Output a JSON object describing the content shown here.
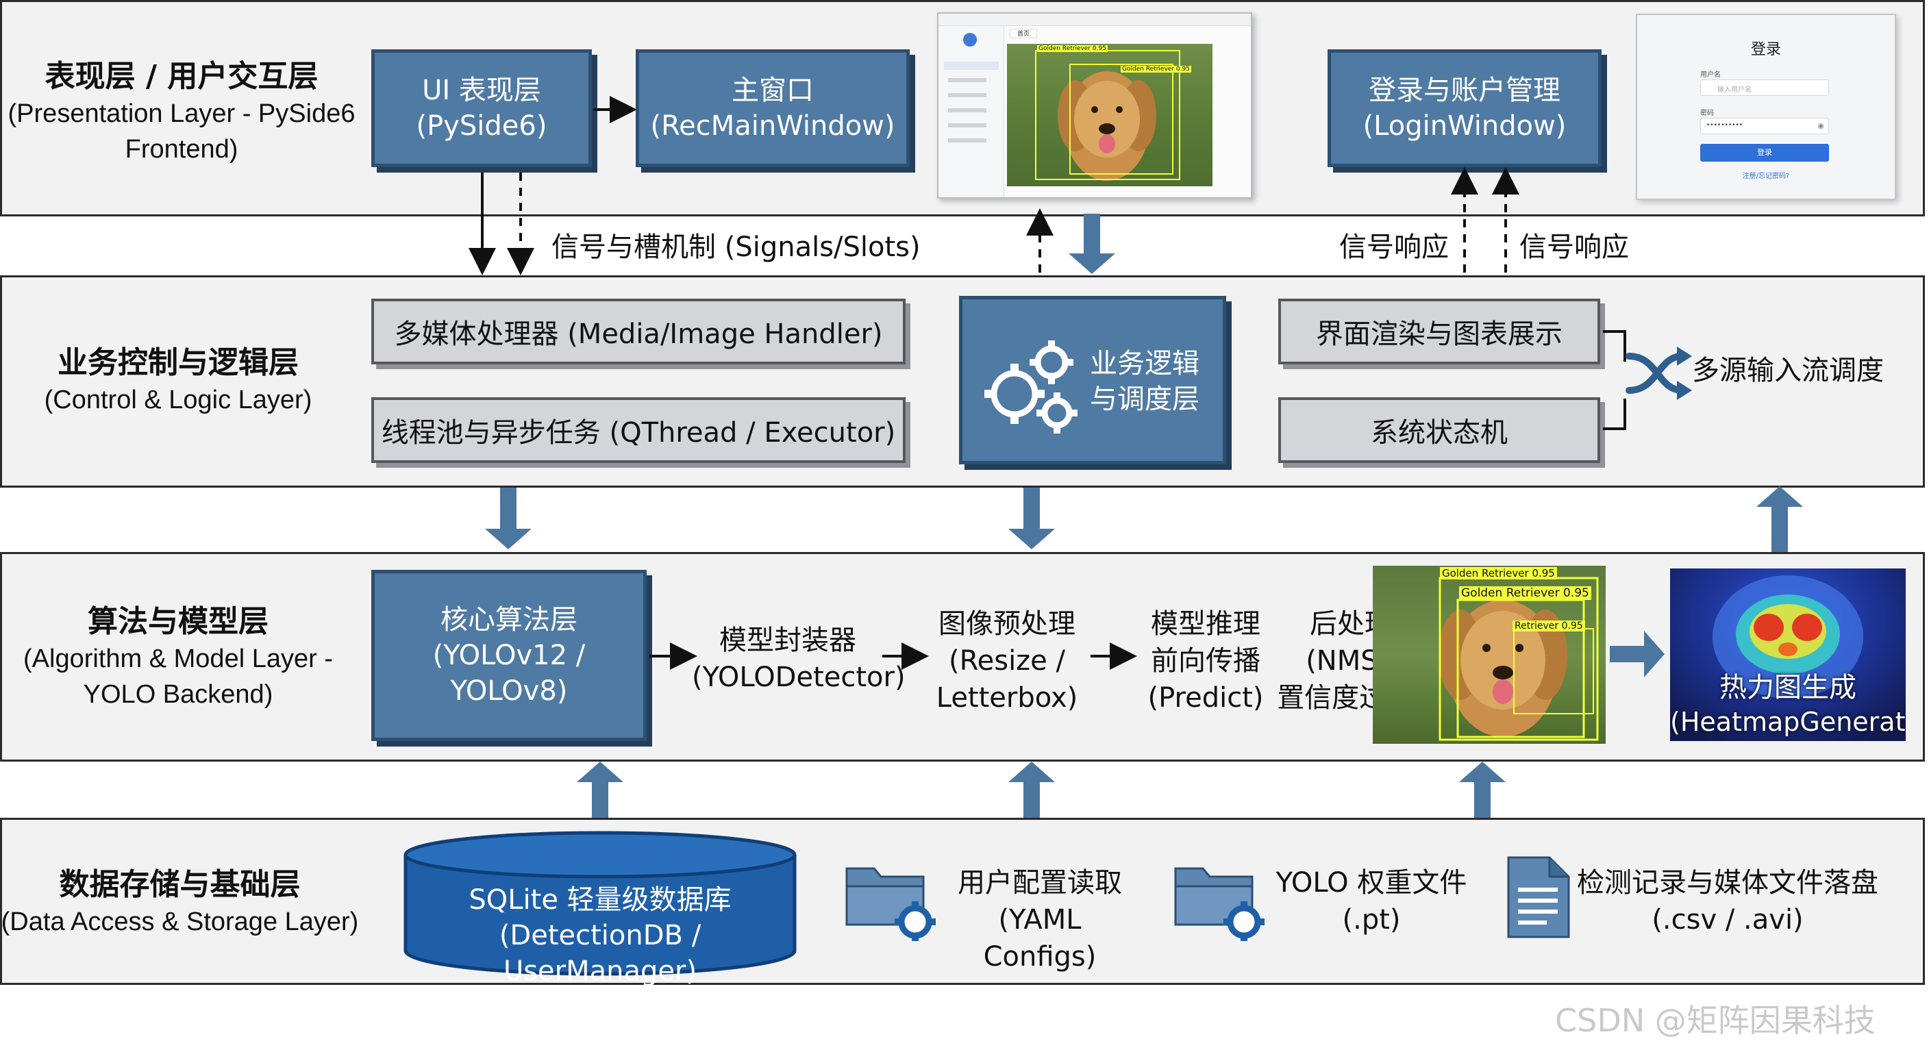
{
  "layers": {
    "presentation": {
      "zh": "表现层 / 用户交互层",
      "en_line1": "(Presentation Layer - PySide6",
      "en_line2": "Frontend)"
    },
    "control": {
      "zh": "业务控制与逻辑层",
      "en": "(Control & Logic Layer)"
    },
    "algorithm": {
      "zh": "算法与模型层",
      "en_line1": "(Algorithm & Model Layer -",
      "en_line2": "YOLO Backend)"
    },
    "data": {
      "zh": "数据存储与基础层",
      "en": "(Data Access & Storage Layer)"
    }
  },
  "presentation": {
    "ui_layer": {
      "line1": "UI 表现层",
      "line2": "(PySide6)"
    },
    "main_window": {
      "line1": "主窗口",
      "line2": "(RecMainWindow)"
    },
    "login": {
      "line1": "登录与账户管理",
      "line2": "(LoginWindow)"
    },
    "signals_label": "信号与槽机制 (Signals/Slots)",
    "response_label_1": "信号响应",
    "response_label_2": "信号响应",
    "app_screenshot": {
      "tab": "首页",
      "sidebar_items": [
        "",
        "",
        "",
        "",
        "",
        ""
      ],
      "detections": [
        "Golden Retriever 0.95",
        "Golden Retriever 0.95"
      ]
    },
    "login_screenshot": {
      "title": "登录",
      "username_label": "用户名",
      "username_placeholder": "输入用户名",
      "password_label": "密码",
      "password_value": "••••••••••",
      "button": "登录",
      "register_link": "注册/忘记密码?"
    }
  },
  "control": {
    "media_handler": "多媒体处理器 (Media/Image Handler)",
    "thread_pool": "线程池与异步任务 (QThread / Executor)",
    "core": {
      "line1": "业务逻辑",
      "line2": "与调度层"
    },
    "render": "界面渲染与图表展示",
    "state_machine": "系统状态机",
    "multi_input": "多源输入流调度"
  },
  "algorithm": {
    "core_algo": {
      "line1": "核心算法层",
      "line2": "(YOLOv12 / YOLOv8)"
    },
    "wrapper": {
      "line1": "模型封装器",
      "line2": "(YOLODetector)"
    },
    "preprocess": {
      "line1": "图像预处理",
      "line2": "(Resize /",
      "line3": "Letterbox)"
    },
    "inference": {
      "line1": "模型推理",
      "line2": "前向传播",
      "line3": "(Predict)"
    },
    "postprocess": {
      "line1": "后处理",
      "line2": "(NMS /",
      "line3": "置信度过滤)"
    },
    "detections": [
      "Golden Retriever 0.95",
      "Golden Retriever 0.95",
      "Retriever 0.95"
    ],
    "heatmap": {
      "line1": "热力图生成",
      "line2": "(HeatmapGenerator)"
    }
  },
  "data": {
    "db": {
      "line1": "SQLite 轻量级数据库",
      "line2": "(DetectionDB / UserManager)"
    },
    "config": {
      "line1": "用户配置读取",
      "line2": "(YAML Configs)"
    },
    "weights": {
      "line1": "YOLO 权重文件",
      "line2": "(.pt)"
    },
    "records": {
      "line1": "检测记录与媒体文件落盘",
      "line2": "(.csv / .avi)"
    }
  },
  "watermark": "CSDN @矩阵因果科技",
  "colors": {
    "blue_box": "#4f7aa3",
    "grey_box": "#d3d5d9",
    "layer_bg": "#f2f2f3",
    "arrow_blue": "#4b76a0",
    "db_blue": "#1f5fa8"
  }
}
